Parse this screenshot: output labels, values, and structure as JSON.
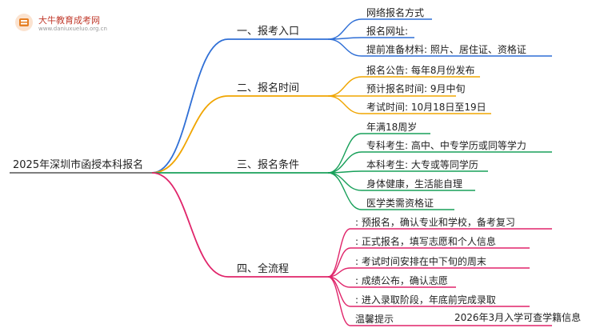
{
  "logo": {
    "name": "大牛教育成考网",
    "url": "www.daniuxueluo.org.cn"
  },
  "root": "2025年深圳市函授本科报名",
  "branches": [
    {
      "label": "一、报考入口",
      "color": "#2f6fd6",
      "leaves": [
        "网络报名方式",
        "报名网址:",
        "提前准备材料: 照片、居住证、资格证"
      ]
    },
    {
      "label": "二、报名时间",
      "color": "#f0a500",
      "leaves": [
        "报名公告: 每年8月份发布",
        "预计报名时间: 9月中旬",
        "考试时间: 10月18日至19日"
      ]
    },
    {
      "label": "三、报名条件",
      "color": "#18a05a",
      "leaves": [
        "年满18周岁",
        "专科考生: 高中、中专学历或同等学力",
        "本科考生: 大专或等同学历",
        "身体健康，生活能自理",
        "医学类需资格证"
      ]
    },
    {
      "label": "四、全流程",
      "color": "#e0246a",
      "leaves": [
        ": 预报名，确认专业和学校，备考复习",
        ": 正式报名，填写志愿和个人信息",
        ": 考试时间安排在中下旬的周末",
        ": 成绩公布，确认志愿",
        ": 进入录取阶段，年底前完成录取",
        "温馨提示"
      ]
    }
  ],
  "tip_note": "2026年3月入学可查学籍信息"
}
